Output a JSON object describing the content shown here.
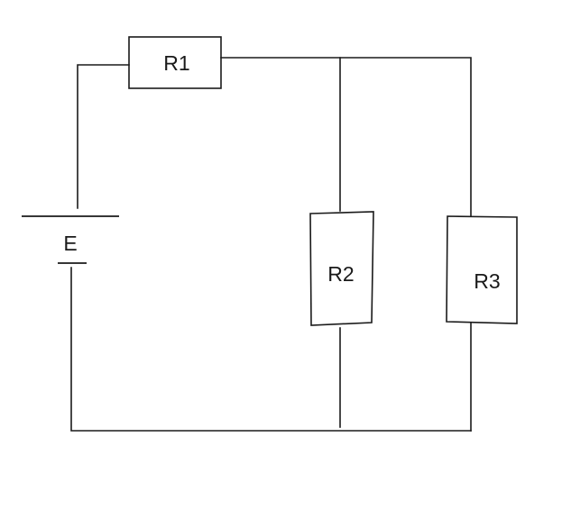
{
  "diagram": {
    "components": {
      "r1": {
        "label": "R1"
      },
      "r2": {
        "label": "R2"
      },
      "r3": {
        "label": "R3"
      },
      "battery": {
        "label": "E"
      }
    }
  }
}
